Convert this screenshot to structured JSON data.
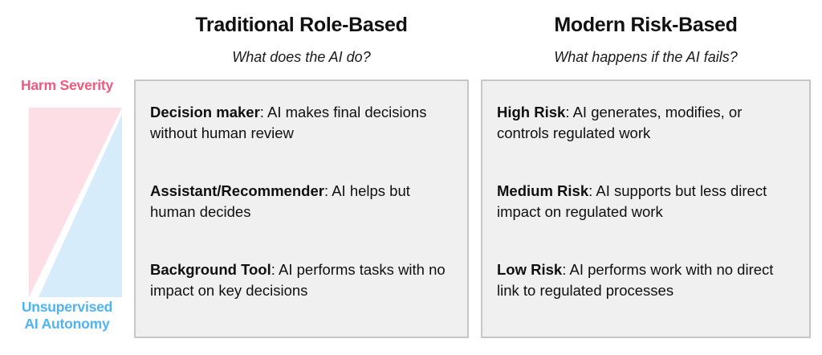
{
  "axis": {
    "top_label": "Harm Severity",
    "bottom_label_line1": "Unsupervised",
    "bottom_label_line2": "AI Autonomy",
    "top_label_color": "#F2597F",
    "bottom_label_color": "#4FB3F6",
    "harm_triangle_color": "#FDDDE6",
    "autonomy_triangle_color": "#D6ECFB"
  },
  "columns": [
    {
      "title": "Traditional Role-Based",
      "subtitle": "What does the AI do?",
      "items": [
        {
          "term": "Decision maker",
          "desc": ": AI makes final decisions without human review"
        },
        {
          "term": "Assistant/Recommender",
          "desc": ": AI helps but human decides"
        },
        {
          "term": "Background Tool",
          "desc": ": AI performs tasks with no impact on key decisions"
        }
      ]
    },
    {
      "title": "Modern Risk-Based",
      "subtitle": "What happens if the AI fails?",
      "items": [
        {
          "term": "High Risk",
          "desc": ": AI generates, modifies, or controls regulated work"
        },
        {
          "term": "Medium Risk",
          "desc": ": AI supports but less direct impact on regulated work"
        },
        {
          "term": "Low Risk",
          "desc": ": AI performs work with no direct link to regulated processes"
        }
      ]
    }
  ],
  "panel_style": {
    "background": "#F0F0F0",
    "border_color": "#C6C6C6"
  }
}
